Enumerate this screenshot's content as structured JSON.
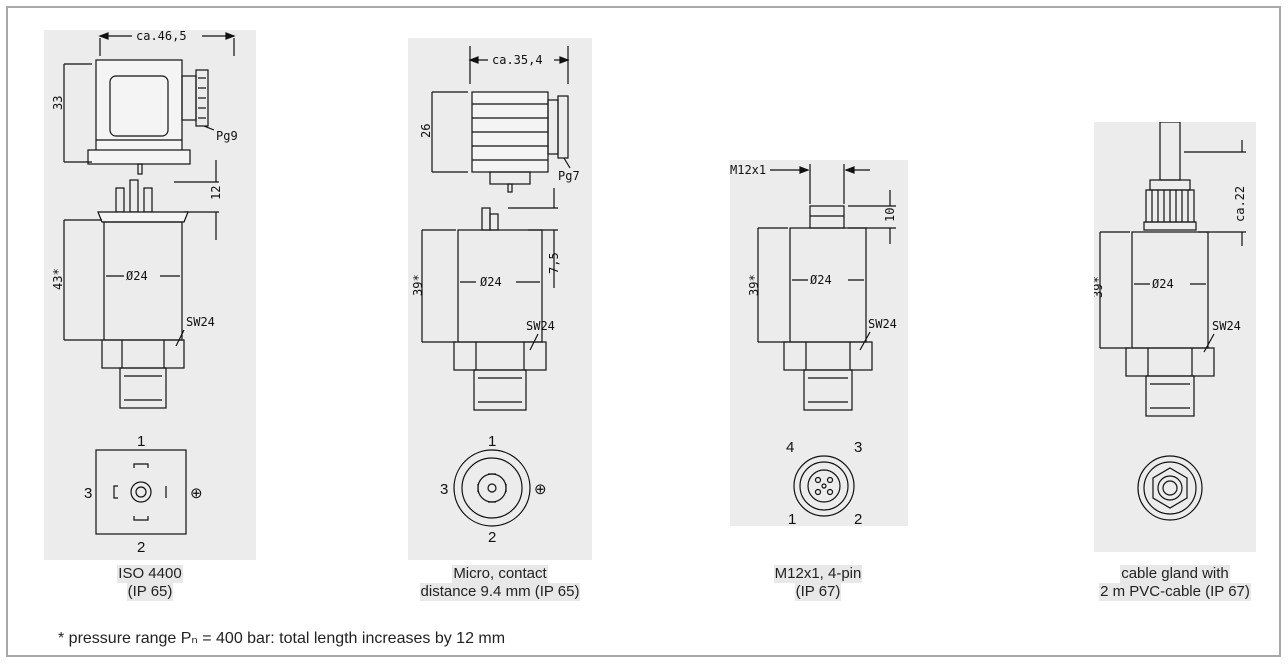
{
  "variants": [
    {
      "caption_line1": "ISO 4400",
      "caption_line2": "(IP 65)",
      "dims": {
        "top_width": "ca.46,5",
        "conn_height": "33",
        "gland": "Pg9",
        "gap": "12",
        "body_length": "43*",
        "diameter": "Ø24",
        "hex": "SW24"
      },
      "pins": [
        "1",
        "2",
        "3",
        "⊕"
      ]
    },
    {
      "caption_line1": "Micro, contact",
      "caption_line2": "distance 9.4 mm (IP 65)",
      "dims": {
        "top_width": "ca.35,4",
        "conn_height": "26",
        "gland": "Pg7",
        "gap": "7,5",
        "body_length": "39*",
        "diameter": "Ø24",
        "hex": "SW24"
      },
      "pins": [
        "1",
        "2",
        "3",
        "⊕"
      ]
    },
    {
      "caption_line1": "M12x1, 4-pin",
      "caption_line2": "(IP 67)",
      "dims": {
        "thread": "M12x1",
        "gap": "10",
        "body_length": "39*",
        "diameter": "Ø24",
        "hex": "SW24"
      },
      "pins": [
        "1",
        "2",
        "3",
        "4"
      ]
    },
    {
      "caption_line1": "cable gland with",
      "caption_line2": "2 m PVC-cable (IP 67)",
      "dims": {
        "gap": "ca.22",
        "body_length": "39*",
        "diameter": "Ø24",
        "hex": "SW24"
      },
      "pins": []
    }
  ],
  "footnote": "* pressure range Pₙ = 400 bar: total length increases by 12 mm"
}
